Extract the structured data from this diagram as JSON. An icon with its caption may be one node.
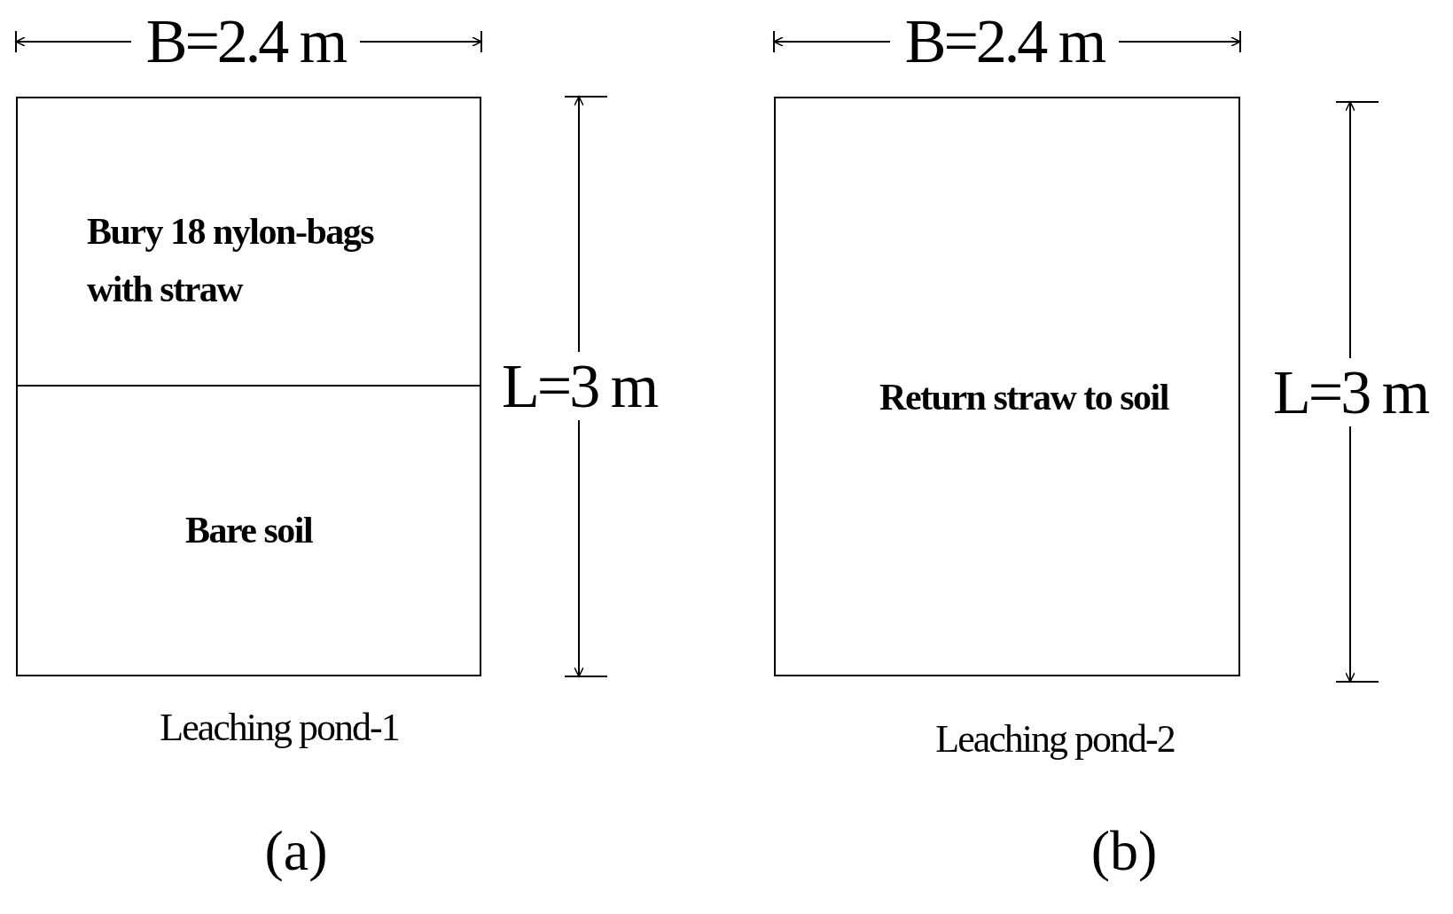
{
  "diagram": {
    "nodes": [
      {
        "text": [],
        "shape": "box",
        "beside": [
          "Leaching pond-1"
        ]
      },
      {
        "text": [
          "Bury 18 nylon-bags with straw"
        ],
        "in": 0
      },
      {
        "text": [
          "Bare soil"
        ],
        "in": 0
      },
      {
        "text": [
          "Return straw to soil"
        ],
        "beside": [
          "Leaching pond-2"
        ]
      }
    ],
    "labels": [
      "B=2.4 m",
      "B=2.4 m",
      "L=3 m",
      "L=3 m",
      "(a)",
      "(b)"
    ]
  }
}
